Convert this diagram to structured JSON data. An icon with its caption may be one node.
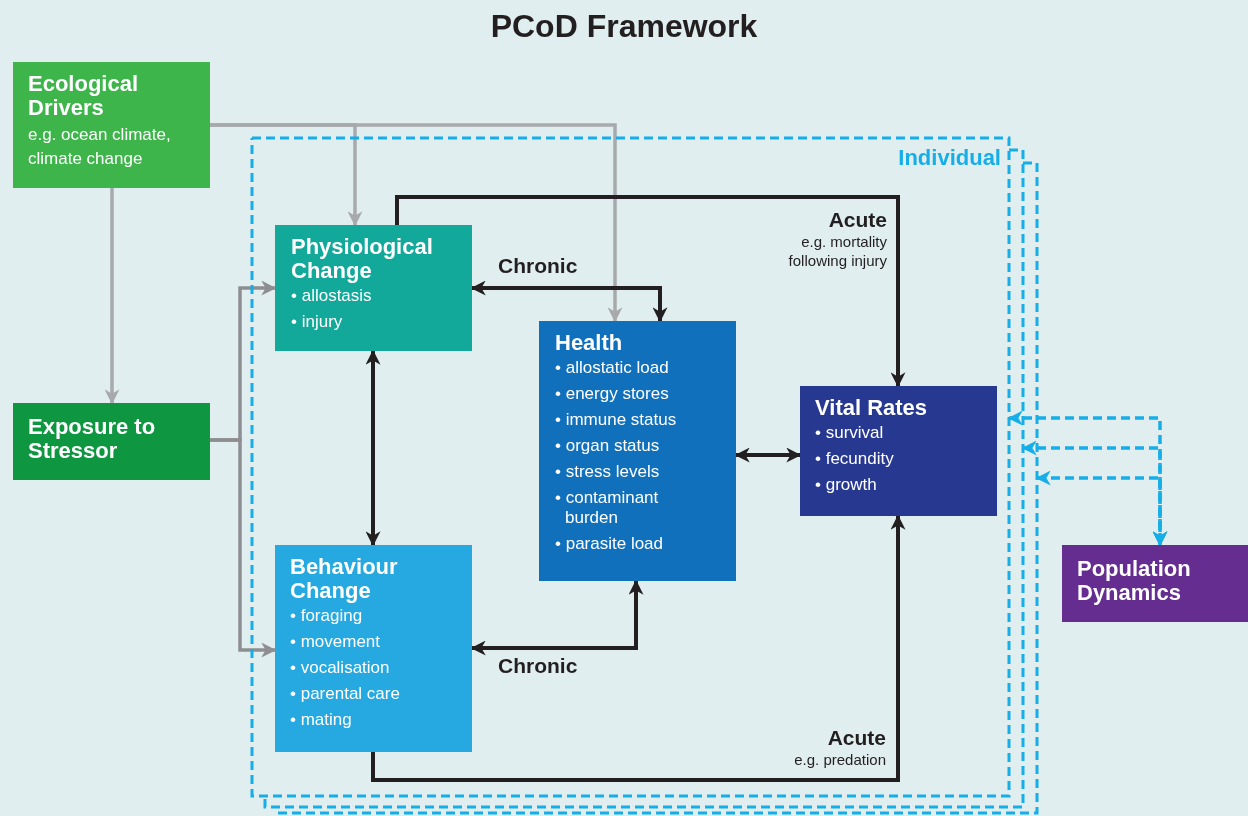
{
  "diagram": {
    "title": "PCoD Framework",
    "nodes": [
      {
        "text": [
          "Ecological Drivers",
          "e.g. ocean climate, climate change"
        ]
      },
      {
        "text": [
          "Exposure to Stressor"
        ]
      },
      {
        "text": [
          "Individual"
        ]
      },
      {
        "text": [
          "Physiological Change",
          "• allostasis",
          "• injury"
        ],
        "in": 2
      },
      {
        "text": [
          "Health",
          "• allostatic load",
          "• energy stores",
          "• immune status",
          "• organ status",
          "• stress levels",
          "• contaminant burden",
          "• parasite load"
        ],
        "in": 2
      },
      {
        "text": [
          "Behaviour Change",
          "• foraging",
          "• movement",
          "• vocalisation",
          "• parental care",
          "• mating"
        ],
        "in": 2
      },
      {
        "text": [
          "Vital Rates",
          "• survival",
          "• fecundity",
          "• growth"
        ],
        "in": 2
      },
      {
        "text": [
          "Population Dynamics"
        ]
      }
    ],
    "edges": [
      {
        "from": 0,
        "to": 3,
        "arrow": "to",
        "color": "#a7a9ac"
      },
      {
        "from": 0,
        "to": 4,
        "arrow": "to",
        "color": "#a7a9ac"
      },
      {
        "from": 0,
        "to": 1,
        "arrow": "to",
        "color": "#a7a9ac"
      },
      {
        "from": 1,
        "to": 3,
        "arrow": "to",
        "color": "#8d8e91"
      },
      {
        "from": 1,
        "to": 5,
        "arrow": "to",
        "color": "#8d8e91"
      },
      {
        "from": 3,
        "to": 4,
        "arrow": "both",
        "label": "Chronic"
      },
      {
        "from": 3,
        "to": 5,
        "arrow": "both"
      },
      {
        "from": 3,
        "to": 6,
        "arrow": "to",
        "label": "**Acute** e.g. mortality following injury"
      },
      {
        "from": 5,
        "to": 4,
        "arrow": "both",
        "label": "Chronic"
      },
      {
        "from": 5,
        "to": 6,
        "arrow": "to",
        "label": "**Acute** e.g. predation"
      },
      {
        "from": 4,
        "to": 6,
        "arrow": "both"
      },
      {
        "from": 2,
        "to": 7,
        "arrow": "both",
        "style": "dashed",
        "color": "#15aee8"
      },
      {
        "from": 2,
        "to": 7,
        "arrow": "both",
        "style": "dashed",
        "color": "#15aee8"
      },
      {
        "from": 2,
        "to": 7,
        "arrow": "both",
        "style": "dashed",
        "color": "#15aee8"
      }
    ]
  }
}
